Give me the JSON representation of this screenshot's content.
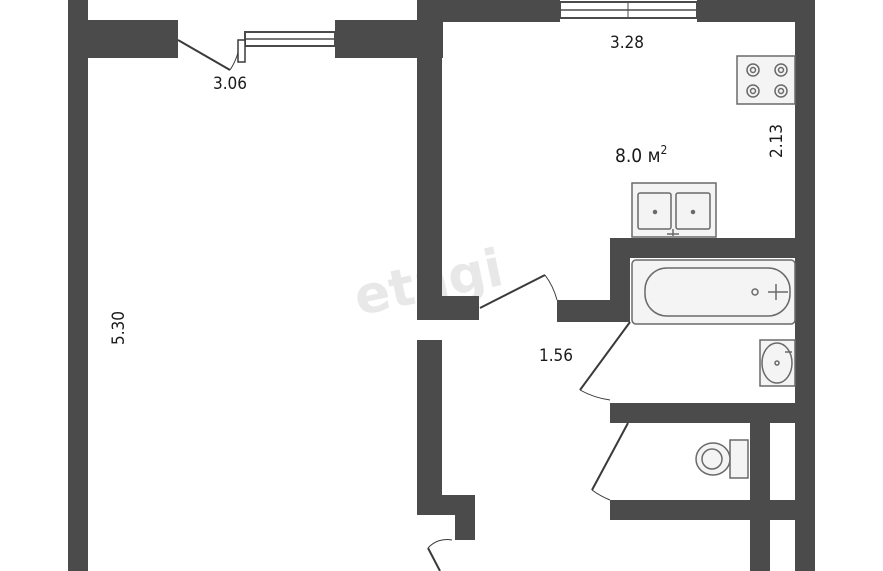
{
  "floor_plan": {
    "labels": {
      "living_width": "3.06",
      "living_length": "5.30",
      "kitchen_width": "3.28",
      "kitchen_depth": "2.13",
      "kitchen_area_value": "8.0 м",
      "kitchen_area_exp": "2",
      "hall_width": "1.56"
    },
    "watermark": "etagi",
    "colors": {
      "wall": "#4b4b4b",
      "fixture_stroke": "#6a6a6a",
      "fixture_fill": "#f4f4f4",
      "text": "#1a1a1a"
    }
  }
}
